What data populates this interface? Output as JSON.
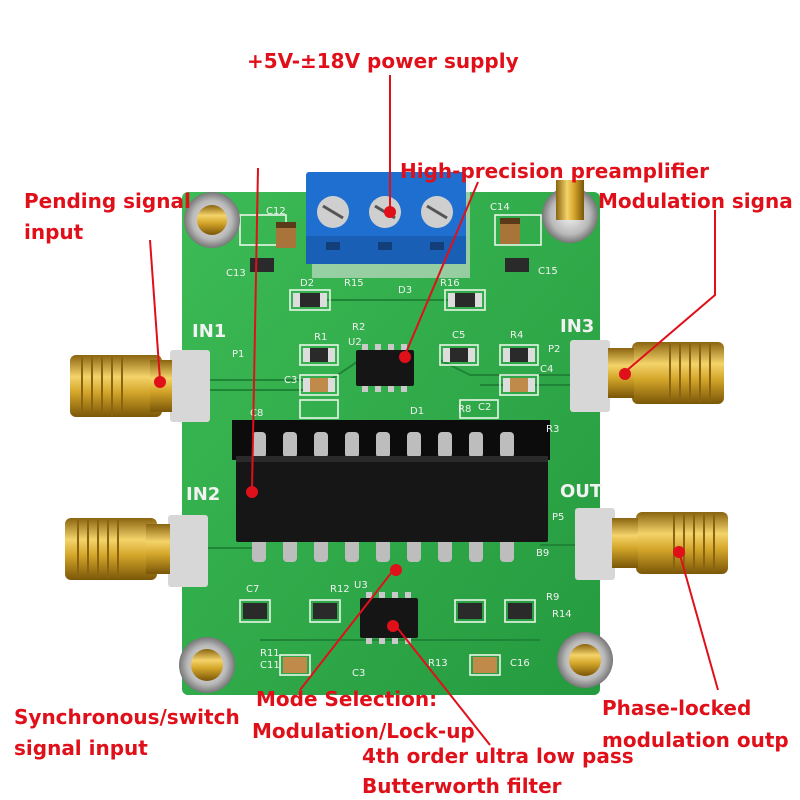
{
  "labels": {
    "power": "+5V-±18V power supply",
    "preamp": "High-precision preamplifier",
    "pending_line1": "Pending signal",
    "pending_line2": "input",
    "modulation_signal": "Modulation signa",
    "sync_line1": "Synchronous/switch",
    "sync_line2": "signal input",
    "mode_line1": "Mode Selection:",
    "mode_line2": "Modulation/Lock-up",
    "filter_line1": "4th order ultra low pass",
    "filter_line2": "Butterworth filter",
    "phase_line1": "Phase-locked",
    "phase_line2": "modulation outp"
  },
  "silkscreen": {
    "in1": "IN1",
    "in2": "IN2",
    "in3": "IN3",
    "out": "OUT",
    "parts": [
      "C12",
      "C13",
      "C14",
      "C15",
      "D2",
      "R15",
      "D3",
      "R16",
      "R1",
      "R2",
      "U2",
      "C5",
      "R4",
      "C3",
      "C4",
      "P1",
      "P2",
      "C8",
      "D1",
      "R8",
      "C2",
      "R3",
      "P5",
      "C7",
      "R12",
      "U3",
      "R9",
      "R14",
      "R11",
      "C11",
      "C3",
      "R13",
      "C16",
      "B9"
    ]
  },
  "colors": {
    "annotation": "#e0101a",
    "pcb": "#2fa84a",
    "terminal_block": "#1f6fd0",
    "connector_gold": "#d4a62a"
  }
}
